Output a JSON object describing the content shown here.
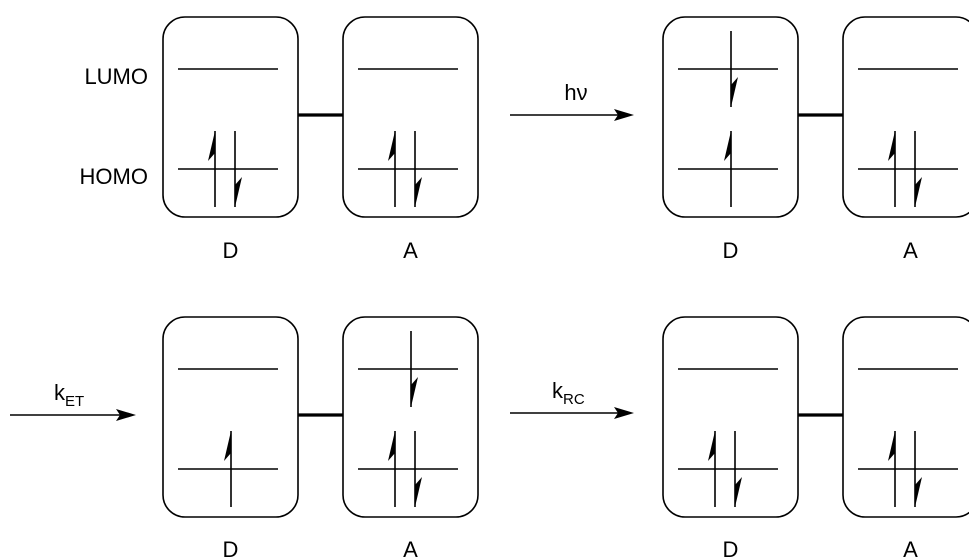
{
  "level_labels": {
    "lumo": "LUMO",
    "homo": "HOMO"
  },
  "arrow_labels": {
    "excitation": "hν",
    "electron_transfer": {
      "main": "k",
      "sub": "ET"
    },
    "recombination": {
      "main": "k",
      "sub": "RC"
    }
  },
  "panels": [
    {
      "name": "ground-state",
      "donor": {
        "label": "D",
        "lumo": [],
        "homo": [
          "up",
          "down"
        ]
      },
      "acceptor": {
        "label": "A",
        "lumo": [],
        "homo": [
          "up",
          "down"
        ]
      }
    },
    {
      "name": "excited-state",
      "donor": {
        "label": "D",
        "lumo": [
          "down"
        ],
        "homo": [
          "up"
        ]
      },
      "acceptor": {
        "label": "A",
        "lumo": [],
        "homo": [
          "up",
          "down"
        ]
      }
    },
    {
      "name": "charge-separated-state",
      "donor": {
        "label": "D",
        "lumo": [],
        "homo": [
          "up"
        ]
      },
      "acceptor": {
        "label": "A",
        "lumo": [
          "down"
        ],
        "homo": [
          "up",
          "down"
        ]
      }
    },
    {
      "name": "recombined-state",
      "donor": {
        "label": "D",
        "lumo": [],
        "homo": [
          "up",
          "down"
        ]
      },
      "acceptor": {
        "label": "A",
        "lumo": [],
        "homo": [
          "up",
          "down"
        ]
      }
    }
  ]
}
